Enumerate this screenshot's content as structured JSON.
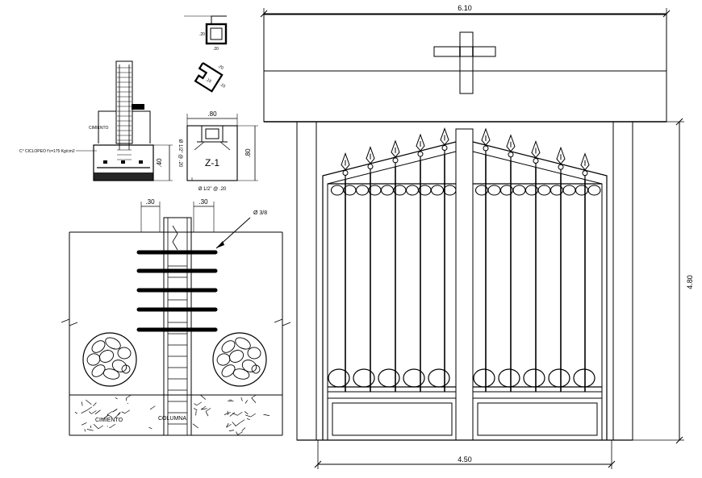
{
  "gate_elevation": {
    "overall_width": "6.10",
    "gate_width": "4.50",
    "height": "4.80"
  },
  "footing_detail": {
    "label_cimiento": "CIMIENTO",
    "label_fill": "C° CICLOPEO f'c=175 Kg/cm2",
    "dim_depth": ".40"
  },
  "section_z1": {
    "label": "Z-1",
    "dim_width": ".80",
    "dim_height": ".80",
    "rebar_note": "Ø 1/2\" @ .20",
    "rebar_note_vertical": "Ø 1/2\" @ .20"
  },
  "column_profile": {
    "dim_a": ".20",
    "dim_b": ".20",
    "dim_c": ".20",
    "dim_d": ".15",
    "dim_e": ".15"
  },
  "wall_detail": {
    "dim_left": ".30",
    "dim_right": ".30",
    "bar_note": "Ø 3/8",
    "label_cimiento": "CIMIENTO",
    "label_columna": "COLUMNA"
  },
  "colors": {
    "line": "#000000",
    "background": "#ffffff"
  }
}
